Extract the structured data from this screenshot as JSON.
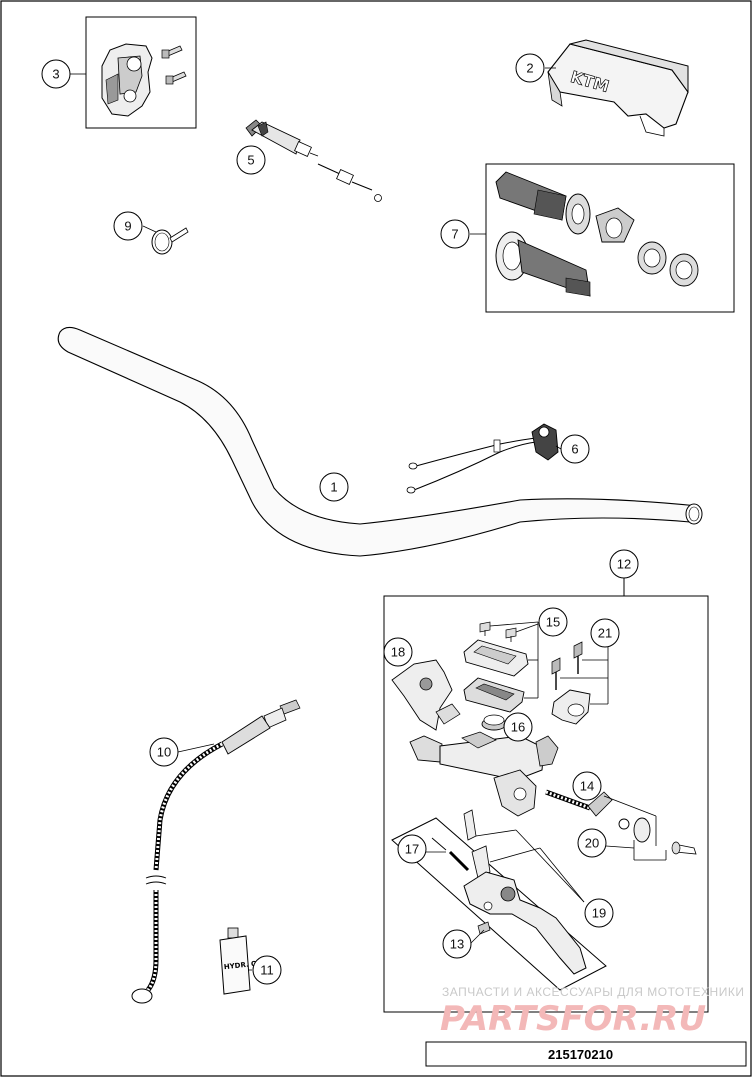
{
  "diagram": {
    "part_number": "215170210",
    "watermark": {
      "caption": "ЗАПЧАСТИ И АКСЕССУАРЫ ДЛЯ МОТОТЕХНИКИ",
      "logo": "PARTSFOR.RU"
    },
    "decals": {
      "handlebar_pad": "KTM",
      "oil_bottle": "HYDR. OIL"
    },
    "callouts": [
      {
        "num": "1",
        "part": "handlebar"
      },
      {
        "num": "2",
        "part": "handlebar-pad"
      },
      {
        "num": "3",
        "part": "throttle-housing"
      },
      {
        "num": "5",
        "part": "throttle-cable"
      },
      {
        "num": "6",
        "part": "kill-switch"
      },
      {
        "num": "7",
        "part": "grip-set"
      },
      {
        "num": "9",
        "part": "cable-tie"
      },
      {
        "num": "10",
        "part": "clutch-line"
      },
      {
        "num": "11",
        "part": "hydraulic-oil"
      },
      {
        "num": "12",
        "part": "clutch-master-cylinder"
      },
      {
        "num": "13",
        "part": "clutch-lever"
      },
      {
        "num": "14",
        "part": "adjusting-screw"
      },
      {
        "num": "15",
        "part": "reservoir-cover"
      },
      {
        "num": "16",
        "part": "banjo-bolt"
      },
      {
        "num": "17",
        "part": "lever-spring"
      },
      {
        "num": "18",
        "part": "lever-guard"
      },
      {
        "num": "19",
        "part": "lever-pivot"
      },
      {
        "num": "20",
        "part": "piston-boot"
      },
      {
        "num": "21",
        "part": "clamp"
      }
    ]
  }
}
